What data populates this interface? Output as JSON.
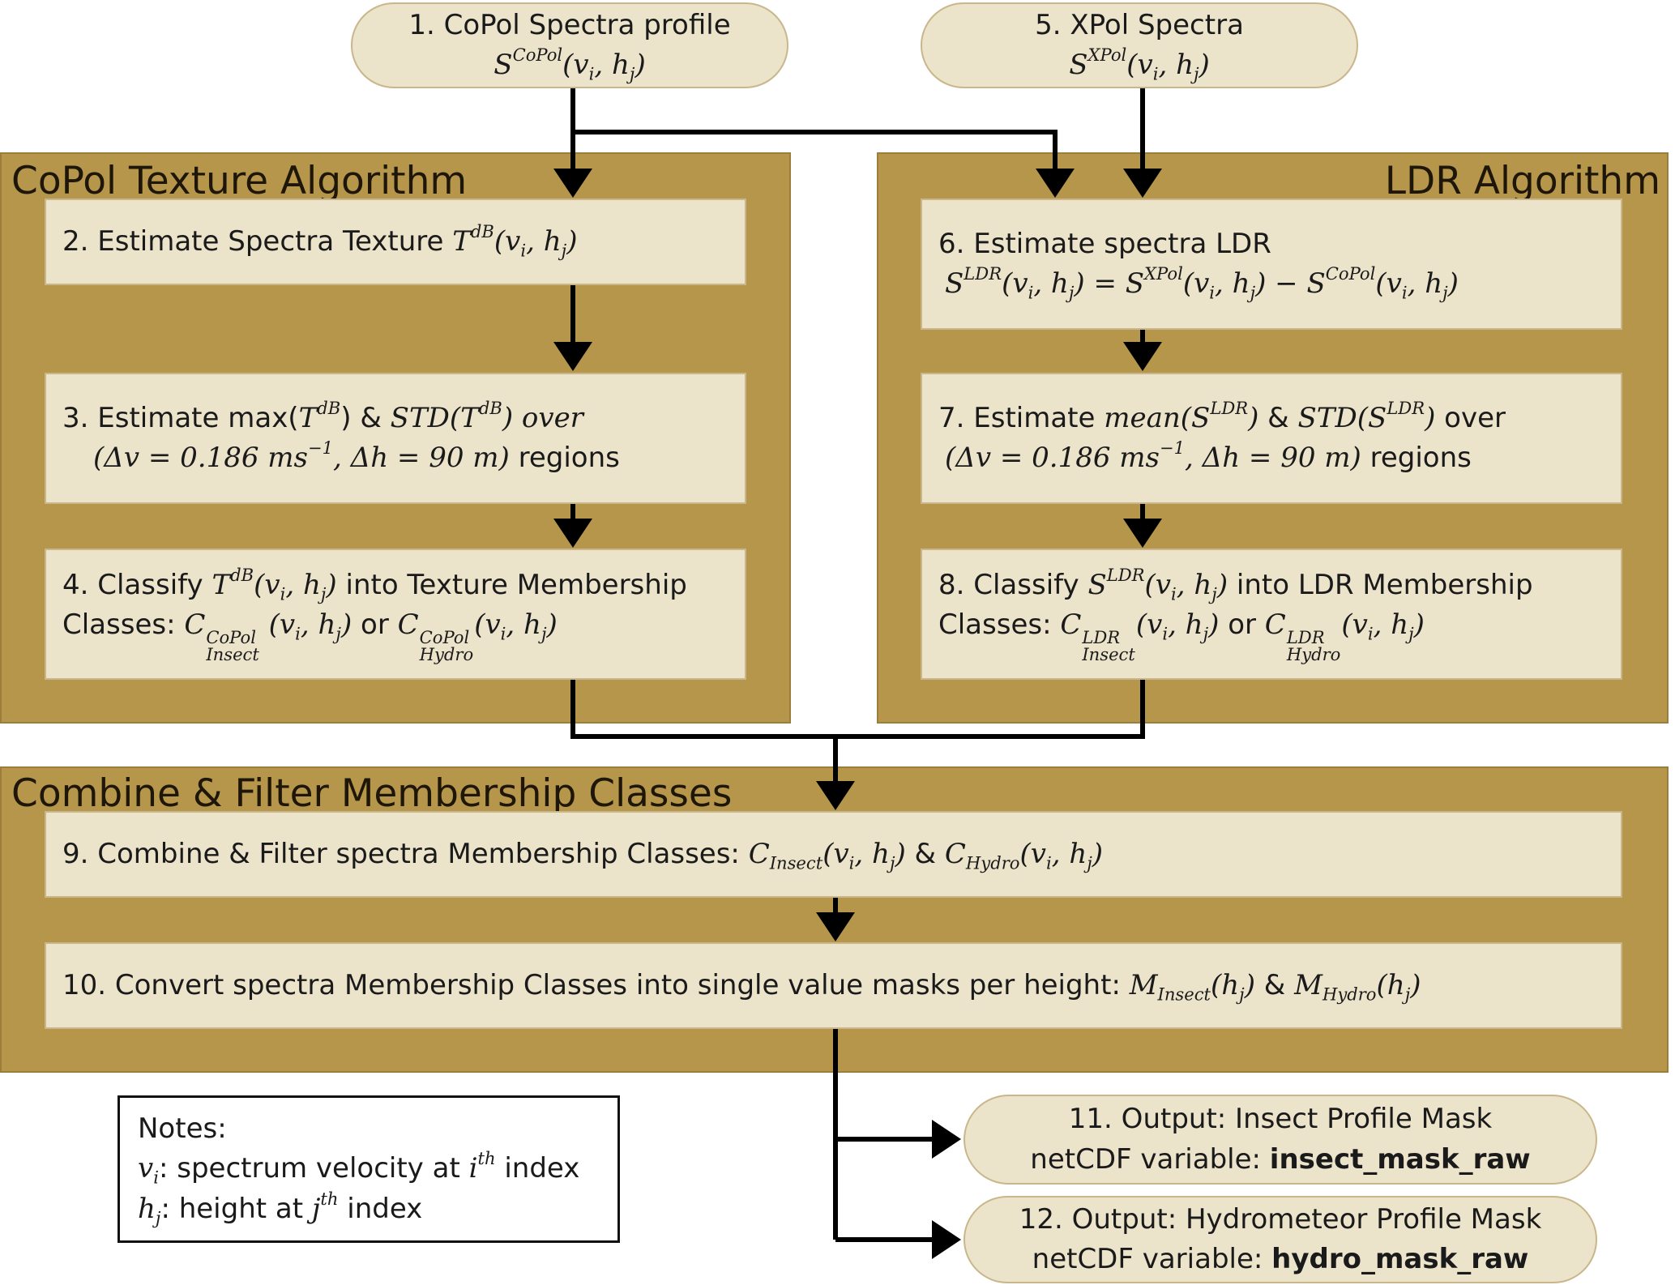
{
  "panels": {
    "copol": "CoPol Texture Algorithm",
    "ldr": "LDR Algorithm",
    "combine": "Combine & Filter Membership Classes"
  },
  "inputs": {
    "copol": {
      "title": "1. CoPol Spectra profile",
      "symbol": "S",
      "sup": "CoPol",
      "args": "(v",
      "i": "i",
      "mid": ", h",
      "j": "j",
      "close": ")"
    },
    "xpol": {
      "title": "5. XPol Spectra",
      "symbol": "S",
      "sup": "XPol",
      "args": "(v",
      "i": "i",
      "mid": ", h",
      "j": "j",
      "close": ")"
    }
  },
  "steps": {
    "s2": {
      "prefix": "2. Estimate Spectra Texture",
      "math": "T",
      "sup": "dB",
      "args": "(v",
      "i": "i",
      "mid": ", h",
      "j": "j",
      "close": ")"
    },
    "s3": {
      "line1_a": "3. Estimate max(",
      "line1_b": "T",
      "line1_sup": "dB",
      "line1_c": ") & ",
      "line1_d": "STD(T",
      "line1_sup2": "dB",
      "line1_e": ") over",
      "line2_a": "(Δv = 0.186 ms",
      "line2_sup": "−1",
      "line2_b": ", Δh = 90 m)",
      "line2_c": " regions"
    },
    "s4": {
      "line1_a": "4. Classify ",
      "line1_math": "T",
      "line1_sup": "dB",
      "line1_args": "(v",
      "line1_i": "i",
      "line1_mid": ", h",
      "line1_j": "j",
      "line1_close": ")",
      "line1_b": " into Texture Membership",
      "line2_a": "Classes:  ",
      "c": "C",
      "c_sup": "CoPol",
      "c_sub1": "Insect",
      "args": "(v",
      "i": "i",
      "mid": ", h",
      "j": "j",
      "close": ")",
      "or": " or ",
      "c_sub2": "Hydro"
    },
    "s6": {
      "line1": "6. Estimate spectra LDR",
      "s": "S",
      "ldr": "LDR",
      "xpol": "XPol",
      "copol": "CoPol",
      "args": "(v",
      "i": "i",
      "mid": ", h",
      "j": "j",
      "close": ")",
      "eq": " = ",
      "minus": " − "
    },
    "s7": {
      "line1_a": "7. Estimate ",
      "line1_b": "mean(S",
      "line1_sup": "LDR",
      "line1_c": ")",
      "line1_d": " & ",
      "line1_e": "STD(S",
      "line1_sup2": "LDR",
      "line1_f": ")",
      "line1_g": " over",
      "line2_a": "(Δv = 0.186 ms",
      "line2_sup": "−1",
      "line2_b": ", Δh = 90 m)",
      "line2_c": " regions"
    },
    "s8": {
      "line1_a": "8. Classify ",
      "line1_math": "S",
      "line1_sup": "LDR",
      "line1_args": "(v",
      "line1_i": "i",
      "line1_mid": ", h",
      "line1_j": "j",
      "line1_close": ")",
      "line1_b": " into LDR Membership",
      "line2_a": "Classes: ",
      "c": "C",
      "c_sup": "LDR",
      "c_sub1": "Insect",
      "args": "(v",
      "i": "i",
      "mid": ", h",
      "j": "j",
      "close": ")",
      "or": " or ",
      "c_sub2": "Hydro"
    },
    "s9": {
      "prefix": "9. Combine & Filter spectra Membership Classes: ",
      "c": "C",
      "sub1": "Insect",
      "args": "(v",
      "i": "i",
      "mid": ", h",
      "j": "j",
      "close": ")",
      "amp": " & ",
      "sub2": "Hydro"
    },
    "s10": {
      "prefix": "10. Convert spectra Membership Classes into single value masks per height: ",
      "m": "M",
      "sub1": "Insect",
      "args": "(h",
      "j": "j",
      "close": ")",
      "amp": " & ",
      "sub2": "Hydro"
    }
  },
  "outputs": {
    "o11": {
      "title": "11. Output: Insect Profile Mask",
      "label": "netCDF variable: ",
      "var": "insect_mask_raw"
    },
    "o12": {
      "title": "12. Output: Hydrometeor Profile Mask",
      "label": "netCDF variable: ",
      "var": "hydro_mask_raw"
    }
  },
  "notes": {
    "title": "Notes:",
    "v": "v",
    "v_sub": "i",
    "v_text": ":  spectrum velocity at ",
    "v_idx": "i",
    "v_sup": "th",
    "v_end": " index",
    "h": "h",
    "h_sub": "j",
    "h_text": ":  height at ",
    "h_idx": "j",
    "h_sup": "th",
    "h_end": " index"
  }
}
